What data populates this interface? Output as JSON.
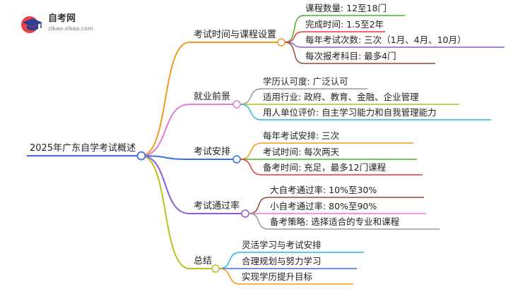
{
  "logo": {
    "title": "自考网",
    "subtitle": "zikao-zikao.com"
  },
  "root": {
    "label": "2025年广东自学考试概述"
  },
  "branches": [
    {
      "label": "考试时间与课程设置",
      "color": "#f39a1c",
      "leaves": [
        {
          "label": "课程数量: 12至18门",
          "color": "#4caf2a"
        },
        {
          "label": "完成时间: 1.5至2年",
          "color": "#e53935"
        },
        {
          "label": "每年考试次数: 三次（1月、4月、10月）",
          "color": "#8e5ad6"
        },
        {
          "label": "每次报考科目: 最多4门",
          "color": "#8d4a2f"
        }
      ]
    },
    {
      "label": "就业前景",
      "color": "#e67ad6",
      "leaves": [
        {
          "label": "学历认可度: 广泛认可",
          "color": "#999999"
        },
        {
          "label": "适用行业: 政府、教育、金融、企业管理",
          "color": "#b9c21c"
        },
        {
          "label": "用人单位评价: 自主学习能力和自我管理能力",
          "color": "#27bcd1"
        }
      ]
    },
    {
      "label": "考试安排",
      "color": "#3b6fe0",
      "leaves": [
        {
          "label": "每年考试安排: 三次",
          "color": "#f39a1c"
        },
        {
          "label": "考试时间: 每次两天",
          "color": "#4caf2a"
        },
        {
          "label": "备考时间: 充足，最多12门课程",
          "color": "#e53935"
        }
      ]
    },
    {
      "label": "考试通过率",
      "color": "#8e5ad6",
      "leaves": [
        {
          "label": "大自考通过率: 10%至30%",
          "color": "#8d4a2f"
        },
        {
          "label": "小自考通过率: 80%至90%",
          "color": "#e67ad6"
        },
        {
          "label": "备考策略: 选择适合的专业和课程",
          "color": "#999999"
        }
      ]
    },
    {
      "label": "总结",
      "color": "#b9c21c",
      "leaves": [
        {
          "label": "灵活学习与考试安排",
          "color": "#27bcd1"
        },
        {
          "label": "合理规划与努力学习",
          "color": "#3b6fe0"
        },
        {
          "label": "实现学历提升目标",
          "color": "#f39a1c"
        }
      ]
    }
  ],
  "root_line_color": "#3b6fe0"
}
